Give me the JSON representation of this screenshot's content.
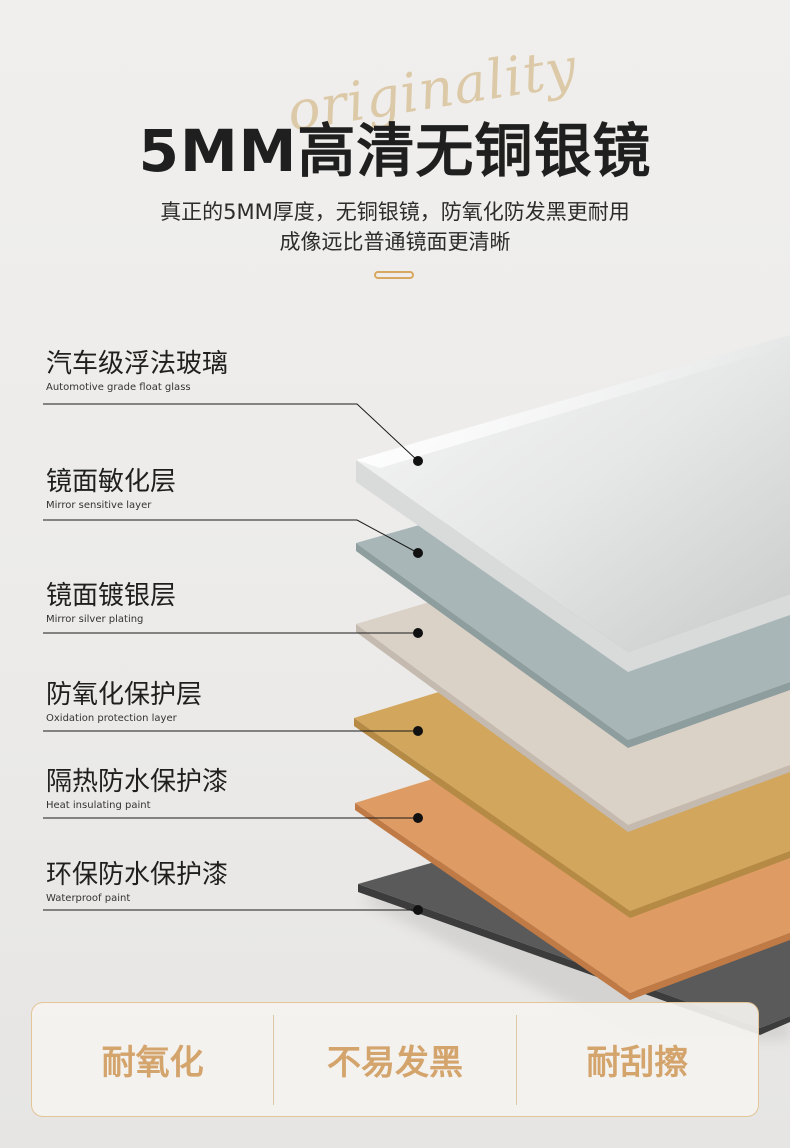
{
  "decor_word": "originality",
  "title": "5MM高清无铜银镜",
  "subtitle_lines": [
    "真正的5MM厚度，无铜银镜，防氧化防发黑更耐用",
    "成像远比普通镜面更清晰"
  ],
  "layers": [
    {
      "zh": "汽车级浮法玻璃",
      "en": "Automotive grade float glass",
      "color": "#f3f3f3"
    },
    {
      "zh": "镜面敏化层",
      "en": "Mirror sensitive layer",
      "color": "#a9b6b6"
    },
    {
      "zh": "镜面镀银层",
      "en": "Mirror silver plating",
      "color": "#d9d0c5"
    },
    {
      "zh": "防氧化保护层",
      "en": "Oxidation protection layer",
      "color": "#d1a45a"
    },
    {
      "zh": "隔热防水保护漆",
      "en": "Heat insulating paint",
      "color": "#dc9a62"
    },
    {
      "zh": "环保防水保护漆",
      "en": "Waterproof paint",
      "color": "#555555"
    }
  ],
  "features": [
    "耐氧化",
    "不易发黑",
    "耐刮擦"
  ],
  "colors": {
    "accent": "#d4a46d",
    "title": "#1f1f1f",
    "decor": "#d9c39b"
  }
}
